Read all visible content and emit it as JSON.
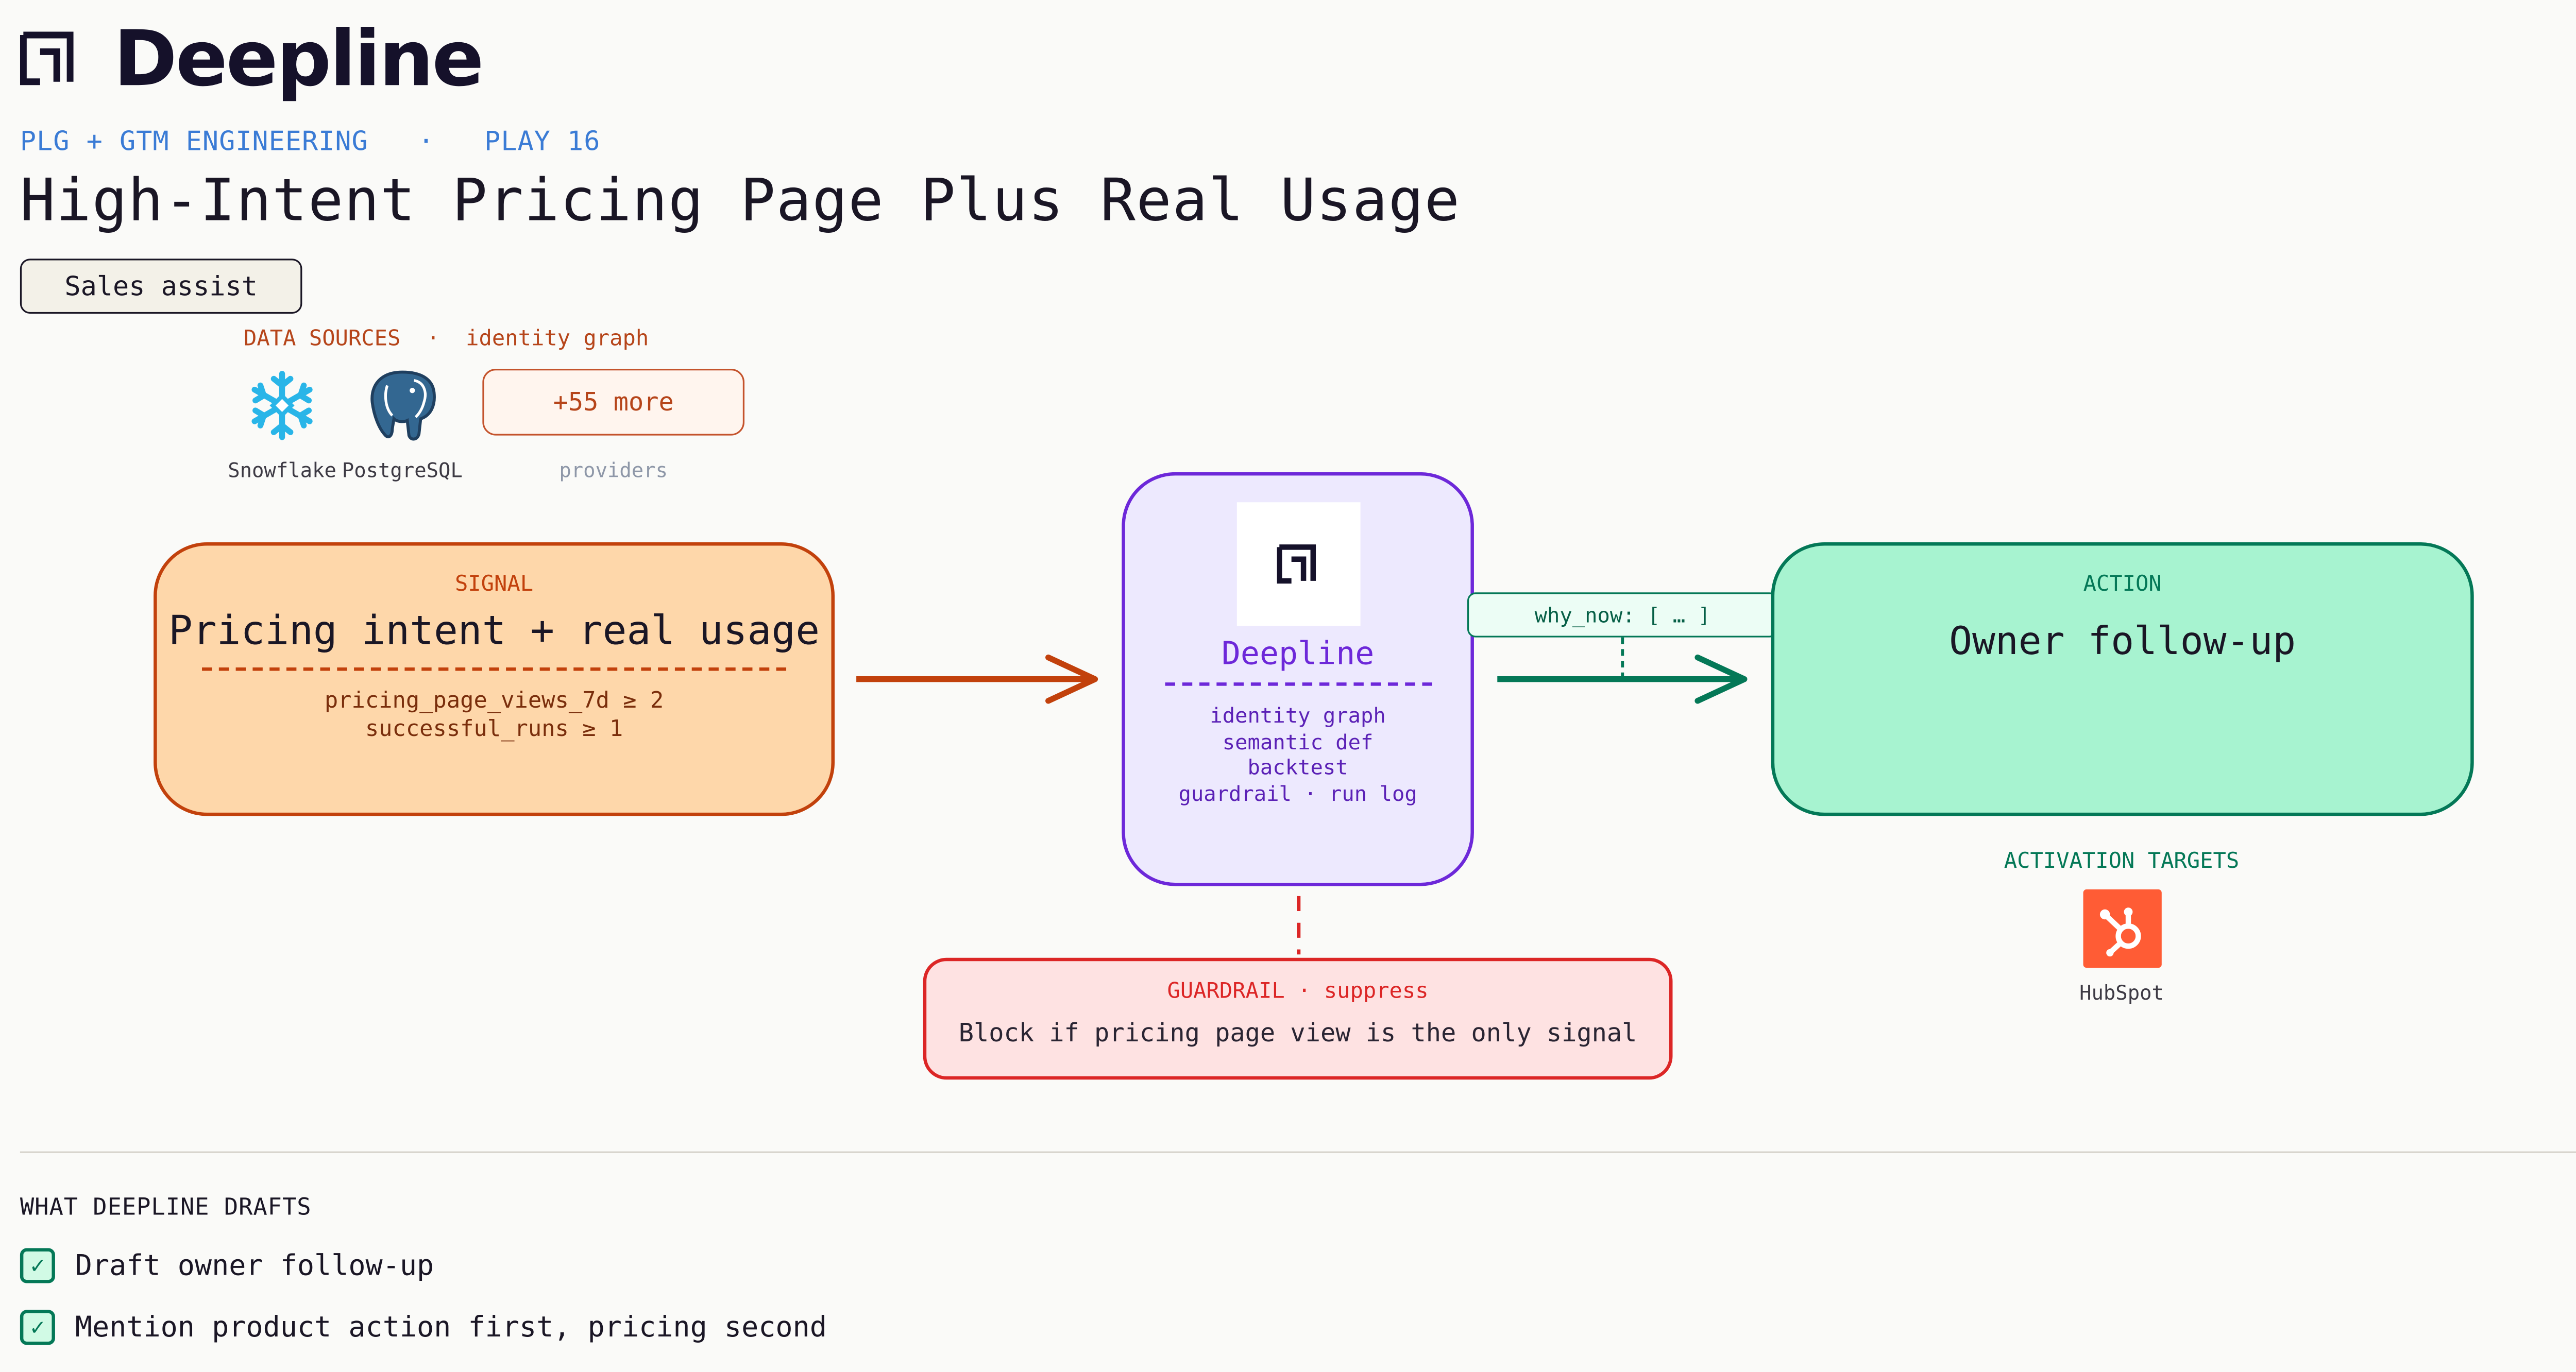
{
  "brand": {
    "name": "Deepline",
    "icon": "deepline-logo-icon"
  },
  "header": {
    "category": "PLG + GTM ENGINEERING",
    "separator": "·",
    "play": "PLAY 16",
    "title": "High-Intent Pricing Page Plus Real Usage",
    "tag": "Sales assist"
  },
  "data_sources": {
    "label": "DATA SOURCES",
    "separator": "·",
    "sublabel": "identity graph",
    "providers": [
      {
        "name": "Snowflake",
        "icon": "snowflake-icon"
      },
      {
        "name": "PostgreSQL",
        "icon": "postgresql-elephant-icon"
      }
    ],
    "more_label": "+55 more",
    "more_sublabel": "providers"
  },
  "signal": {
    "label": "SIGNAL",
    "title": "Pricing intent + real usage",
    "conditions": [
      "pricing_page_views_7d ≥ 2",
      "successful_runs ≥ 1"
    ]
  },
  "engine": {
    "name": "Deepline",
    "steps": [
      "identity graph",
      "semantic def",
      "backtest",
      "guardrail · run log"
    ]
  },
  "why_now": "why_now: [ … ]",
  "action": {
    "label": "ACTION",
    "title": "Owner follow-up"
  },
  "guardrail": {
    "label": "GUARDRAIL · suppress",
    "text": "Block if pricing page view is the only signal"
  },
  "activation": {
    "label": "ACTIVATION TARGETS",
    "targets": [
      {
        "name": "HubSpot",
        "icon": "hubspot-icon"
      }
    ]
  },
  "drafts": {
    "heading": "WHAT DEEPLINE DRAFTS",
    "items": [
      "Draft owner follow-up",
      "Mention product action first, pricing second"
    ]
  },
  "colors": {
    "signal": "#c2410c",
    "engine": "#6d28d9",
    "action": "#047857",
    "guardrail": "#dc2626",
    "kicker": "#3a7bd5"
  }
}
